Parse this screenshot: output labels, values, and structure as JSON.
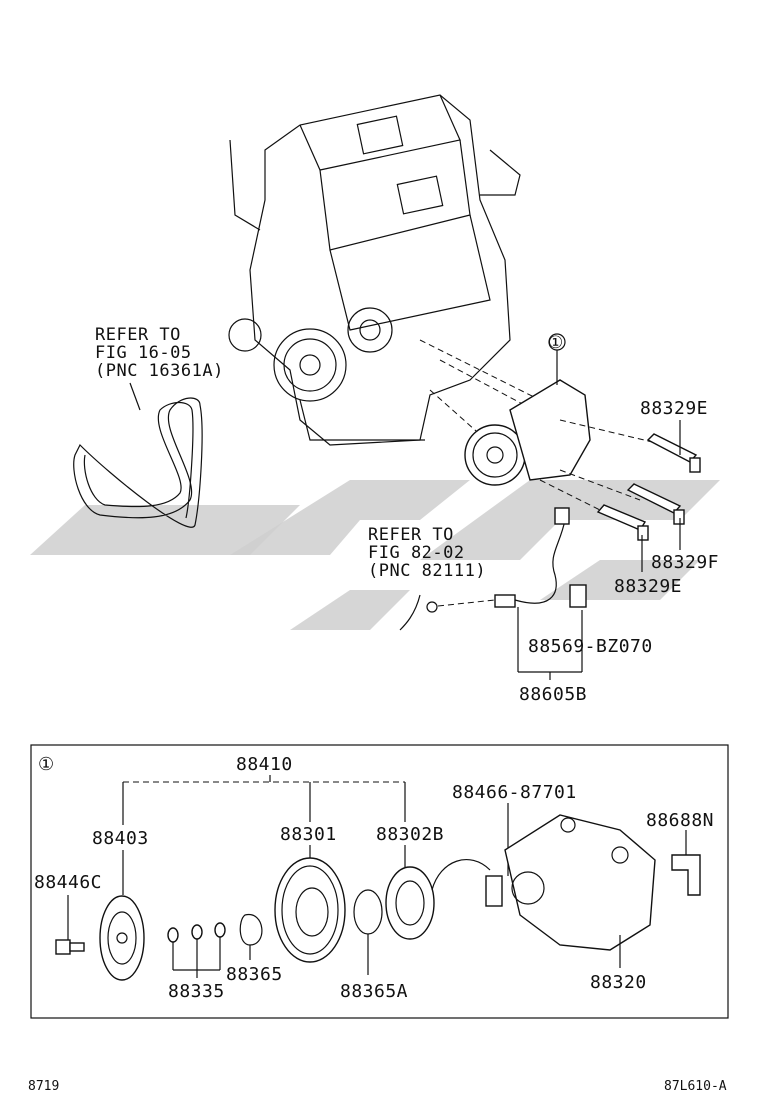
{
  "refs": {
    "belt": [
      "REFER TO",
      "FIG 16-05",
      "(PNC 16361A)"
    ],
    "sensor": [
      "REFER TO",
      "FIG 82-02",
      "(PNC 82111)"
    ]
  },
  "callout_marker": "①",
  "top_labels": {
    "p88329E_top": "88329E",
    "p88329F": "88329F",
    "p88329E_bottom": "88329E",
    "p88569": "88569-BZ070",
    "p88605B": "88605B"
  },
  "detail_labels": {
    "p88410": "88410",
    "p88403": "88403",
    "p88301": "88301",
    "p88302B": "88302B",
    "p88466": "88466-87701",
    "p88688N": "88688N",
    "p88446C": "88446C",
    "p88365": "88365",
    "p88335": "88335",
    "p88365A": "88365A",
    "p88320": "88320"
  },
  "footer": {
    "left": "8719",
    "right": "87L610-A"
  }
}
